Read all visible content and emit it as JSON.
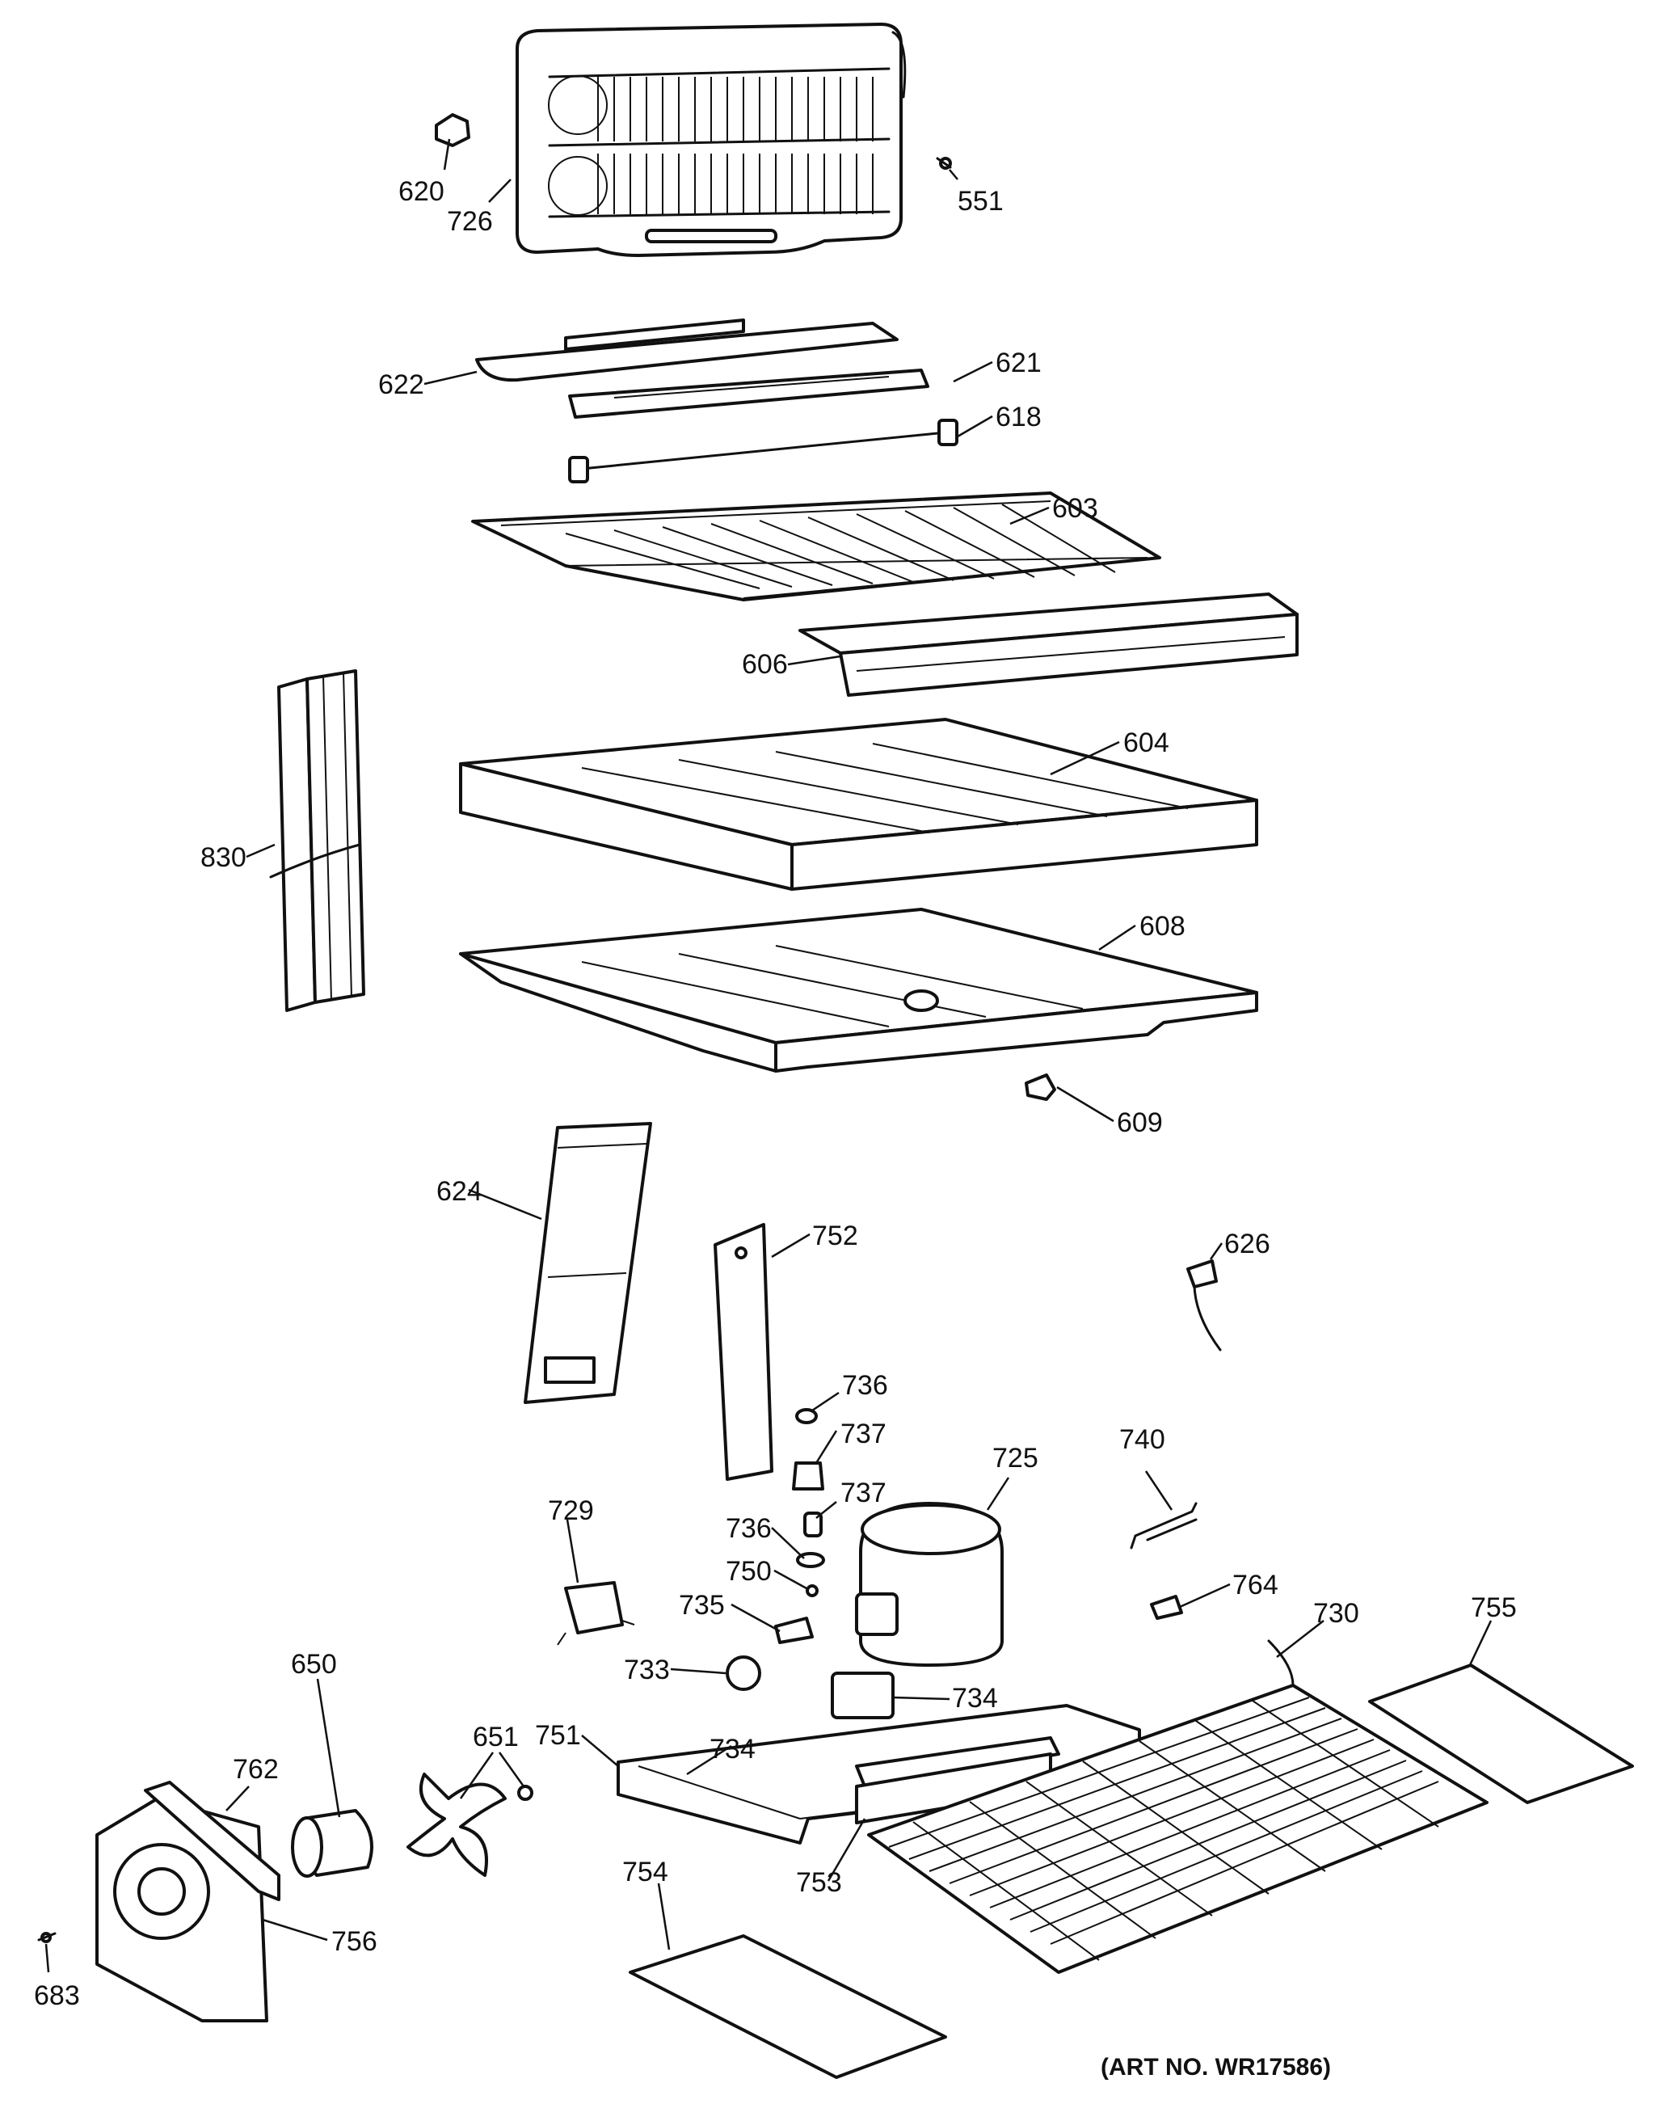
{
  "callouts": {
    "c551": "551",
    "c603": "603",
    "c604": "604",
    "c606": "606",
    "c608": "608",
    "c609": "609",
    "c618": "618",
    "c620": "620",
    "c621": "621",
    "c622": "622",
    "c624": "624",
    "c626": "626",
    "c650": "650",
    "c651": "651",
    "c683": "683",
    "c725": "725",
    "c726": "726",
    "c729": "729",
    "c730": "730",
    "c733": "733",
    "c734a": "734",
    "c734b": "734",
    "c735": "735",
    "c736a": "736",
    "c736b": "736",
    "c737a": "737",
    "c737b": "737",
    "c740": "740",
    "c750": "750",
    "c751": "751",
    "c752": "752",
    "c753": "753",
    "c754": "754",
    "c755": "755",
    "c756": "756",
    "c762": "762",
    "c764": "764",
    "c830": "830"
  },
  "art_number": "(ART NO. WR17586)"
}
